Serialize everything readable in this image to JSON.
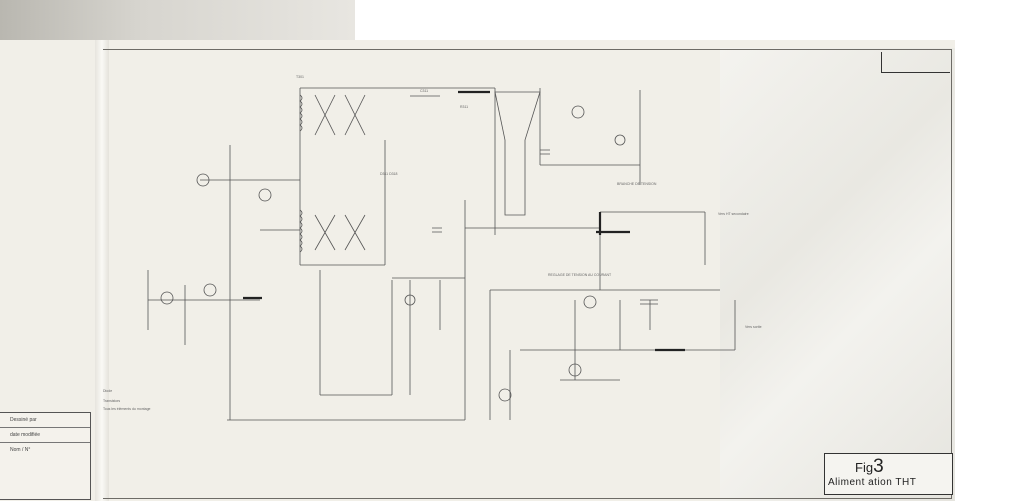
{
  "figure": {
    "label": "Fig",
    "number": "3",
    "caption": "Aliment ation THT"
  },
  "title_block": {
    "row1": "Dessiné par",
    "row2": "date modifiée",
    "row3": "Nom / N°"
  },
  "colors": {
    "paper": "#f1efe8",
    "ink": "#3a3a3a",
    "shadow": "#b9b7b0"
  }
}
